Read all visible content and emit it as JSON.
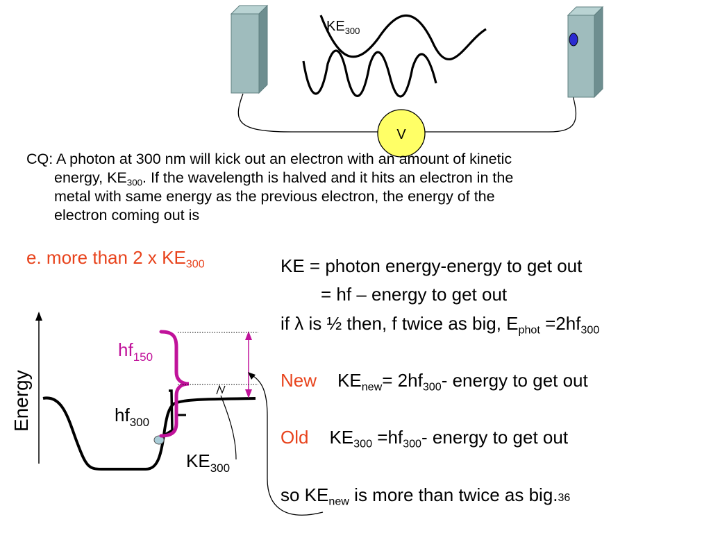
{
  "question": {
    "line1": "CQ: A photon at 300 nm will kick out an electron with an amount of kinetic",
    "line2_pre": "energy, KE",
    "line2_sub": "300",
    "line2_post": ".  If the wavelength is halved and it hits an electron in the",
    "line3": "metal with same energy as the previous electron, the energy of the",
    "line4": "electron coming out is"
  },
  "answer": {
    "text": "e. more than 2 x KE",
    "sub": "300"
  },
  "top_diagram": {
    "wave_label": "KE",
    "wave_label_sub": "300",
    "voltmeter_label": "V"
  },
  "energy_diagram": {
    "axis_label": "Energy",
    "hf150": "hf",
    "hf150_sub": "150",
    "hf300": "hf",
    "hf300_sub": "300",
    "ke300": "KE",
    "ke300_sub": "300"
  },
  "equations": {
    "l1": "KE = photon energy-energy to get out",
    "l2": "= hf – energy to get out",
    "l3_a": "if ",
    "l3_lambda": "λ",
    "l3_b": " is ½ then, f twice as big, E",
    "l3_sub1": "phot",
    "l3_c": " =2hf",
    "l3_sub2": "300",
    "new_word": "New",
    "new_a": "KE",
    "new_sub1": "new",
    "new_b": "= 2hf",
    "new_sub2": "300",
    "new_c": "- energy to get out",
    "old_word": "Old",
    "old_a": "KE",
    "old_sub1": "300",
    "old_b": " =hf",
    "old_sub2": "300",
    "old_c": "- energy to get out",
    "so_a": "so  KE",
    "so_sub": "new",
    "so_b": " is more than twice as big.",
    "page_num": "36"
  },
  "colors": {
    "answer_red": "#e8431c",
    "plate_face": "#9fbcbd",
    "plate_side": "#6e8e90",
    "voltmeter": "#ffff66",
    "electron": "#2b2bd0",
    "magenta": "#c0129a"
  }
}
